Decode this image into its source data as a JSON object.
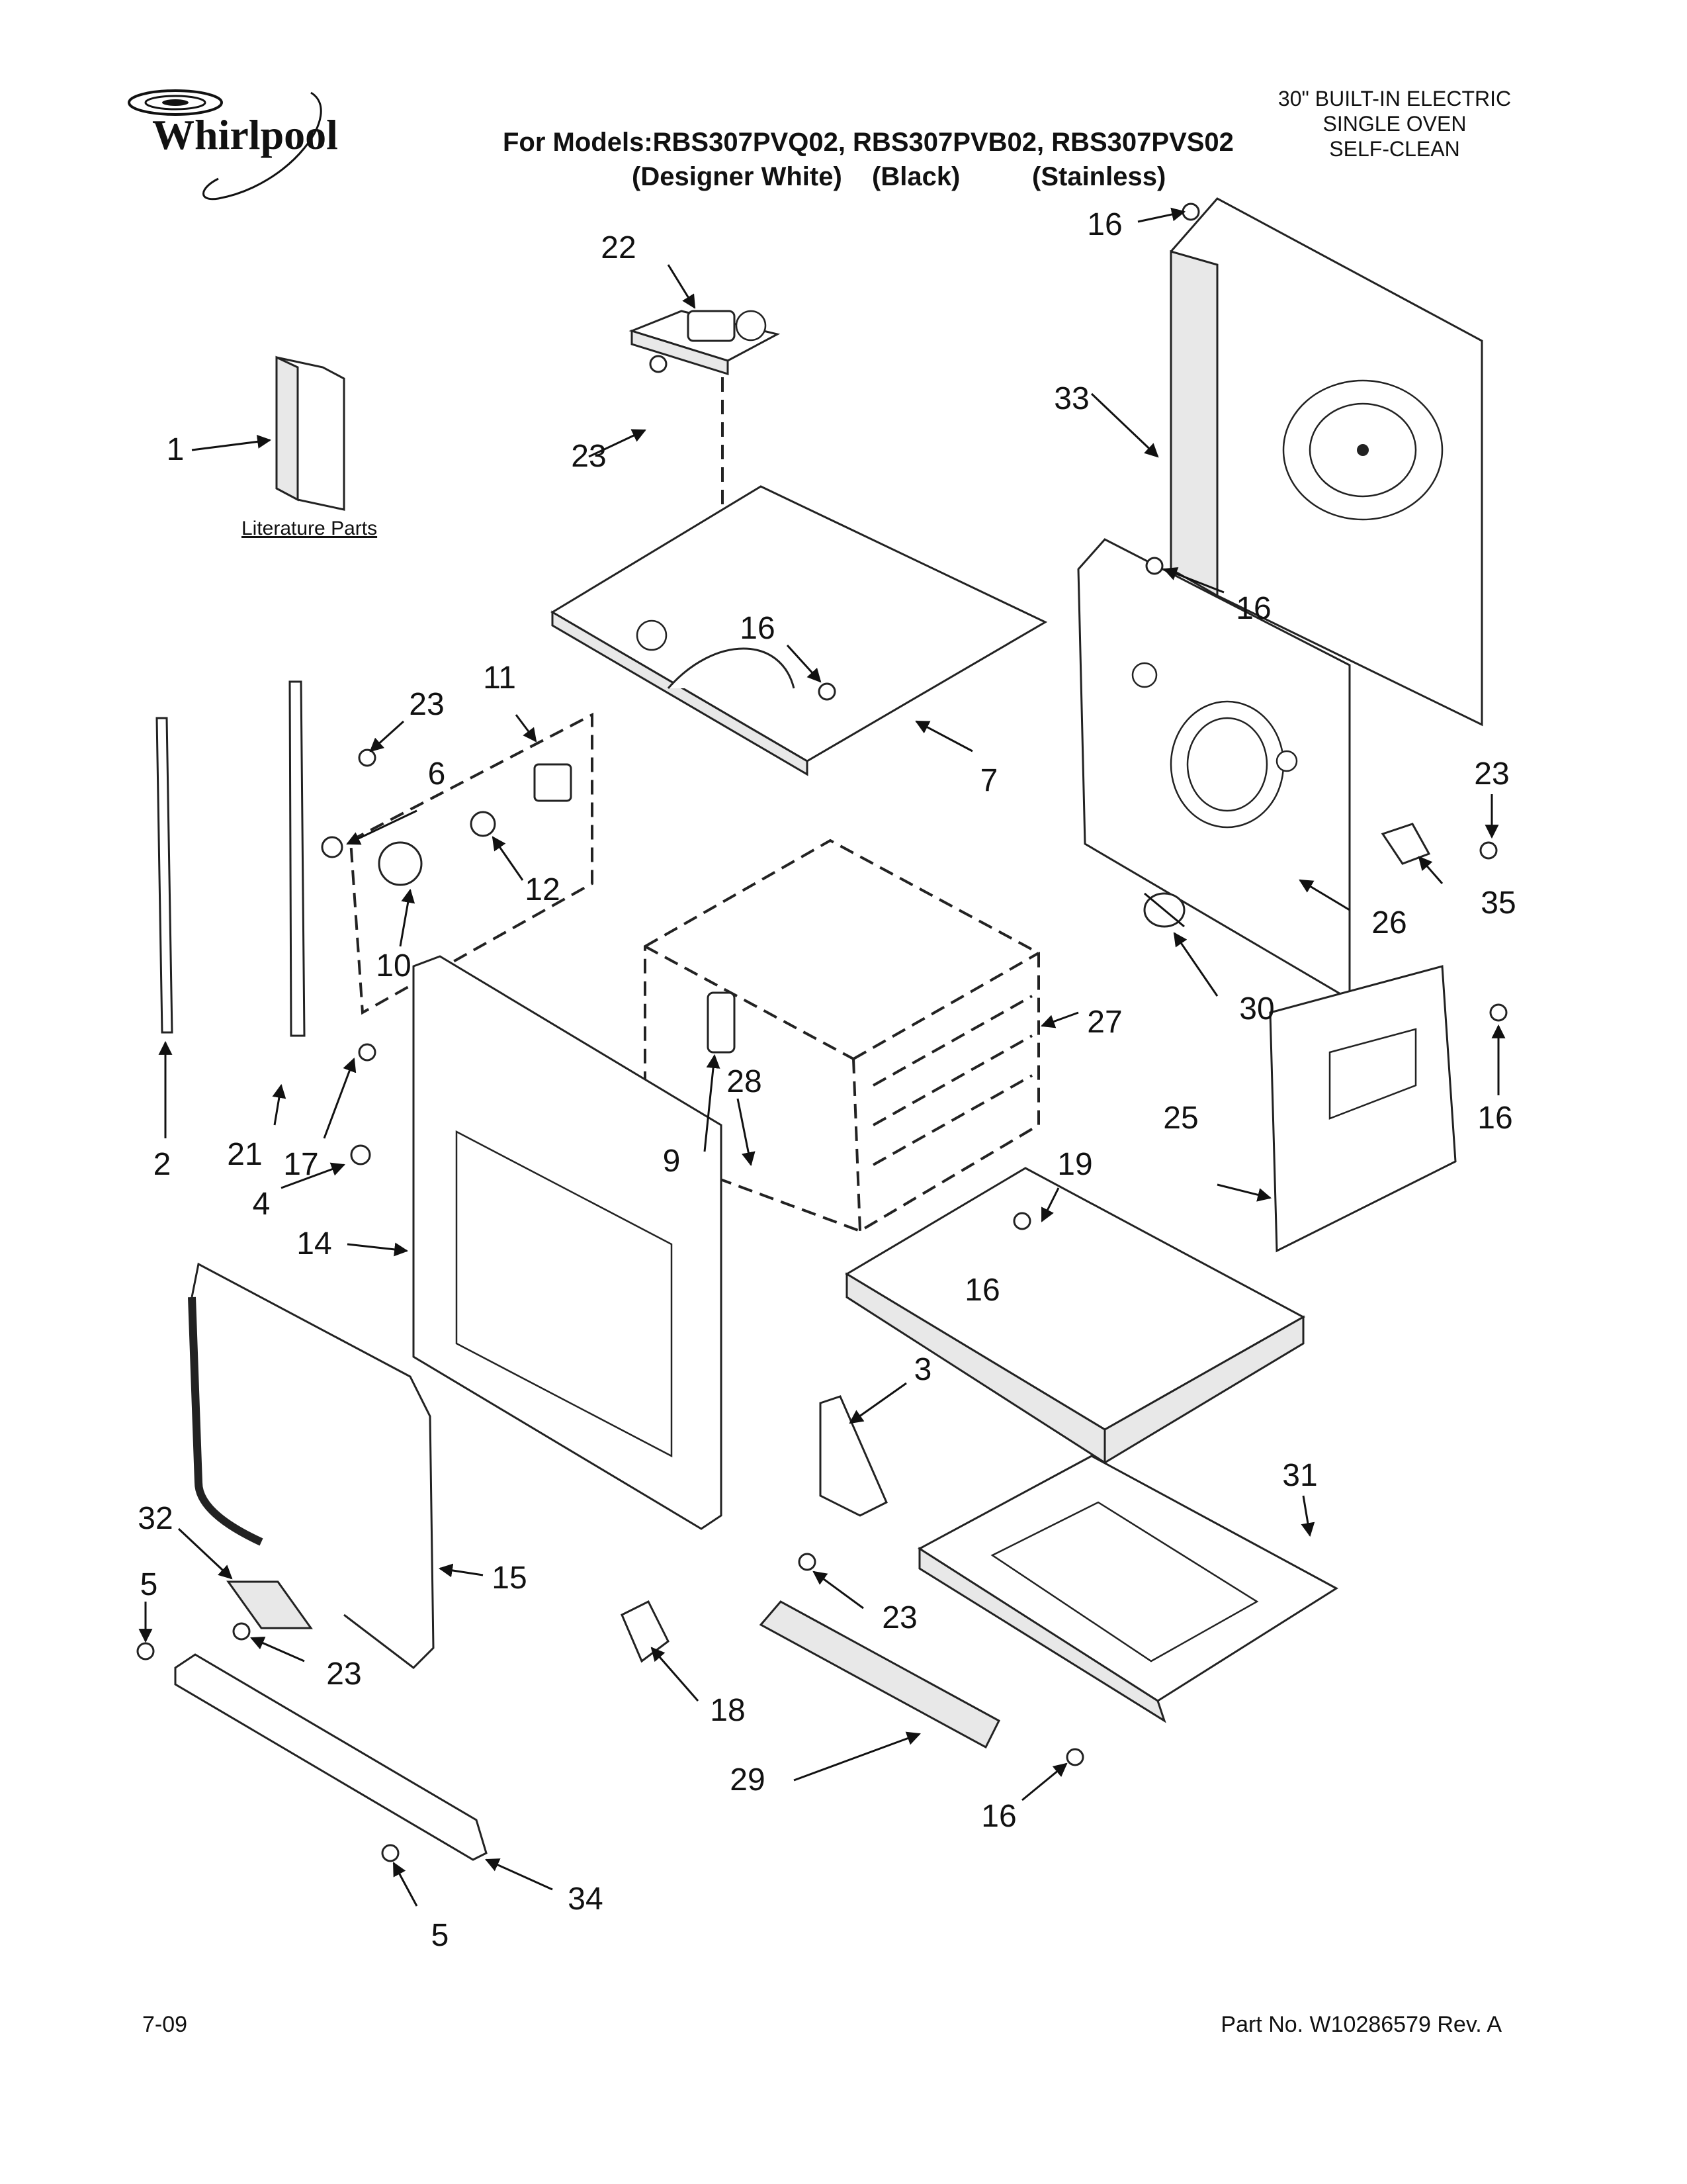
{
  "brand": {
    "name": "Whirlpool"
  },
  "header": {
    "models_line": "For Models:RBS307PVQ02, RBS307PVB02, RBS307PVS02",
    "color_1": "(Designer White)",
    "color_2": "(Black)",
    "color_3": "(Stainless)"
  },
  "oven_type": [
    "30\" BUILT-IN ELECTRIC",
    "SINGLE OVEN",
    "SELF-CLEAN"
  ],
  "literature_label": "Literature Parts",
  "callouts": {
    "c1": "1",
    "c2": "2",
    "c3": "3",
    "c4": "4",
    "c5a": "5",
    "c5b": "5",
    "c6": "6",
    "c7": "7",
    "c9": "9",
    "c10": "10",
    "c11": "11",
    "c12": "12",
    "c14": "14",
    "c15": "15",
    "c16a": "16",
    "c16b": "16",
    "c16c": "16",
    "c16d": "16",
    "c16e": "16",
    "c16f": "16",
    "c17": "17",
    "c18": "18",
    "c19": "19",
    "c21": "21",
    "c22": "22",
    "c23a": "23",
    "c23b": "23",
    "c23c": "23",
    "c23d": "23",
    "c23e": "23",
    "c25": "25",
    "c26": "26",
    "c27": "27",
    "c28": "28",
    "c29": "29",
    "c30": "30",
    "c31": "31",
    "c32": "32",
    "c33": "33",
    "c34": "34",
    "c35": "35"
  },
  "footer": {
    "date": "7-09",
    "part_no": "Part No. W10286579 Rev. A"
  }
}
